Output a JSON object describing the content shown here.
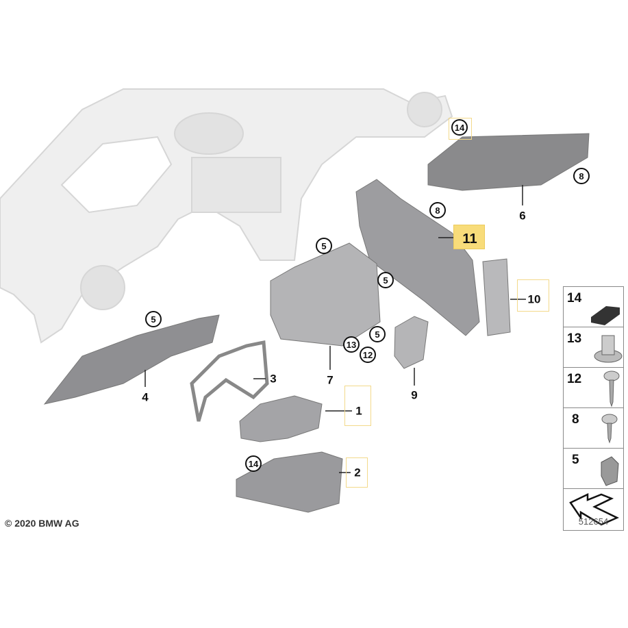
{
  "callouts": {
    "c14_top": "14",
    "c8_right": "8",
    "c8_mid": "8",
    "p6": "6",
    "p11": "11",
    "c5_a": "5",
    "c5_b": "5",
    "p10": "10",
    "c5_c": "5",
    "c5_d": "5",
    "c13": "13",
    "c12": "12",
    "p3": "3",
    "p7": "7",
    "p4": "4",
    "p9": "9",
    "p1": "1",
    "c14_bottom": "14",
    "p2": "2"
  },
  "legend": {
    "items": [
      {
        "number": "14",
        "icon": "foam-pad-icon"
      },
      {
        "number": "13",
        "icon": "clip-nut-icon"
      },
      {
        "number": "12",
        "icon": "screw-long-icon"
      },
      {
        "number": "8",
        "icon": "screw-short-icon"
      },
      {
        "number": "5",
        "icon": "spring-clip-icon"
      }
    ],
    "arrow_icon": "direction-arrow-icon"
  },
  "footer": {
    "copyright": "© 2020 BMW AG",
    "diagram_number": "512654"
  },
  "colors": {
    "highlight": "#f8dc7a",
    "part_gray": "#a9a9ab",
    "ghost_gray": "#ececec"
  }
}
